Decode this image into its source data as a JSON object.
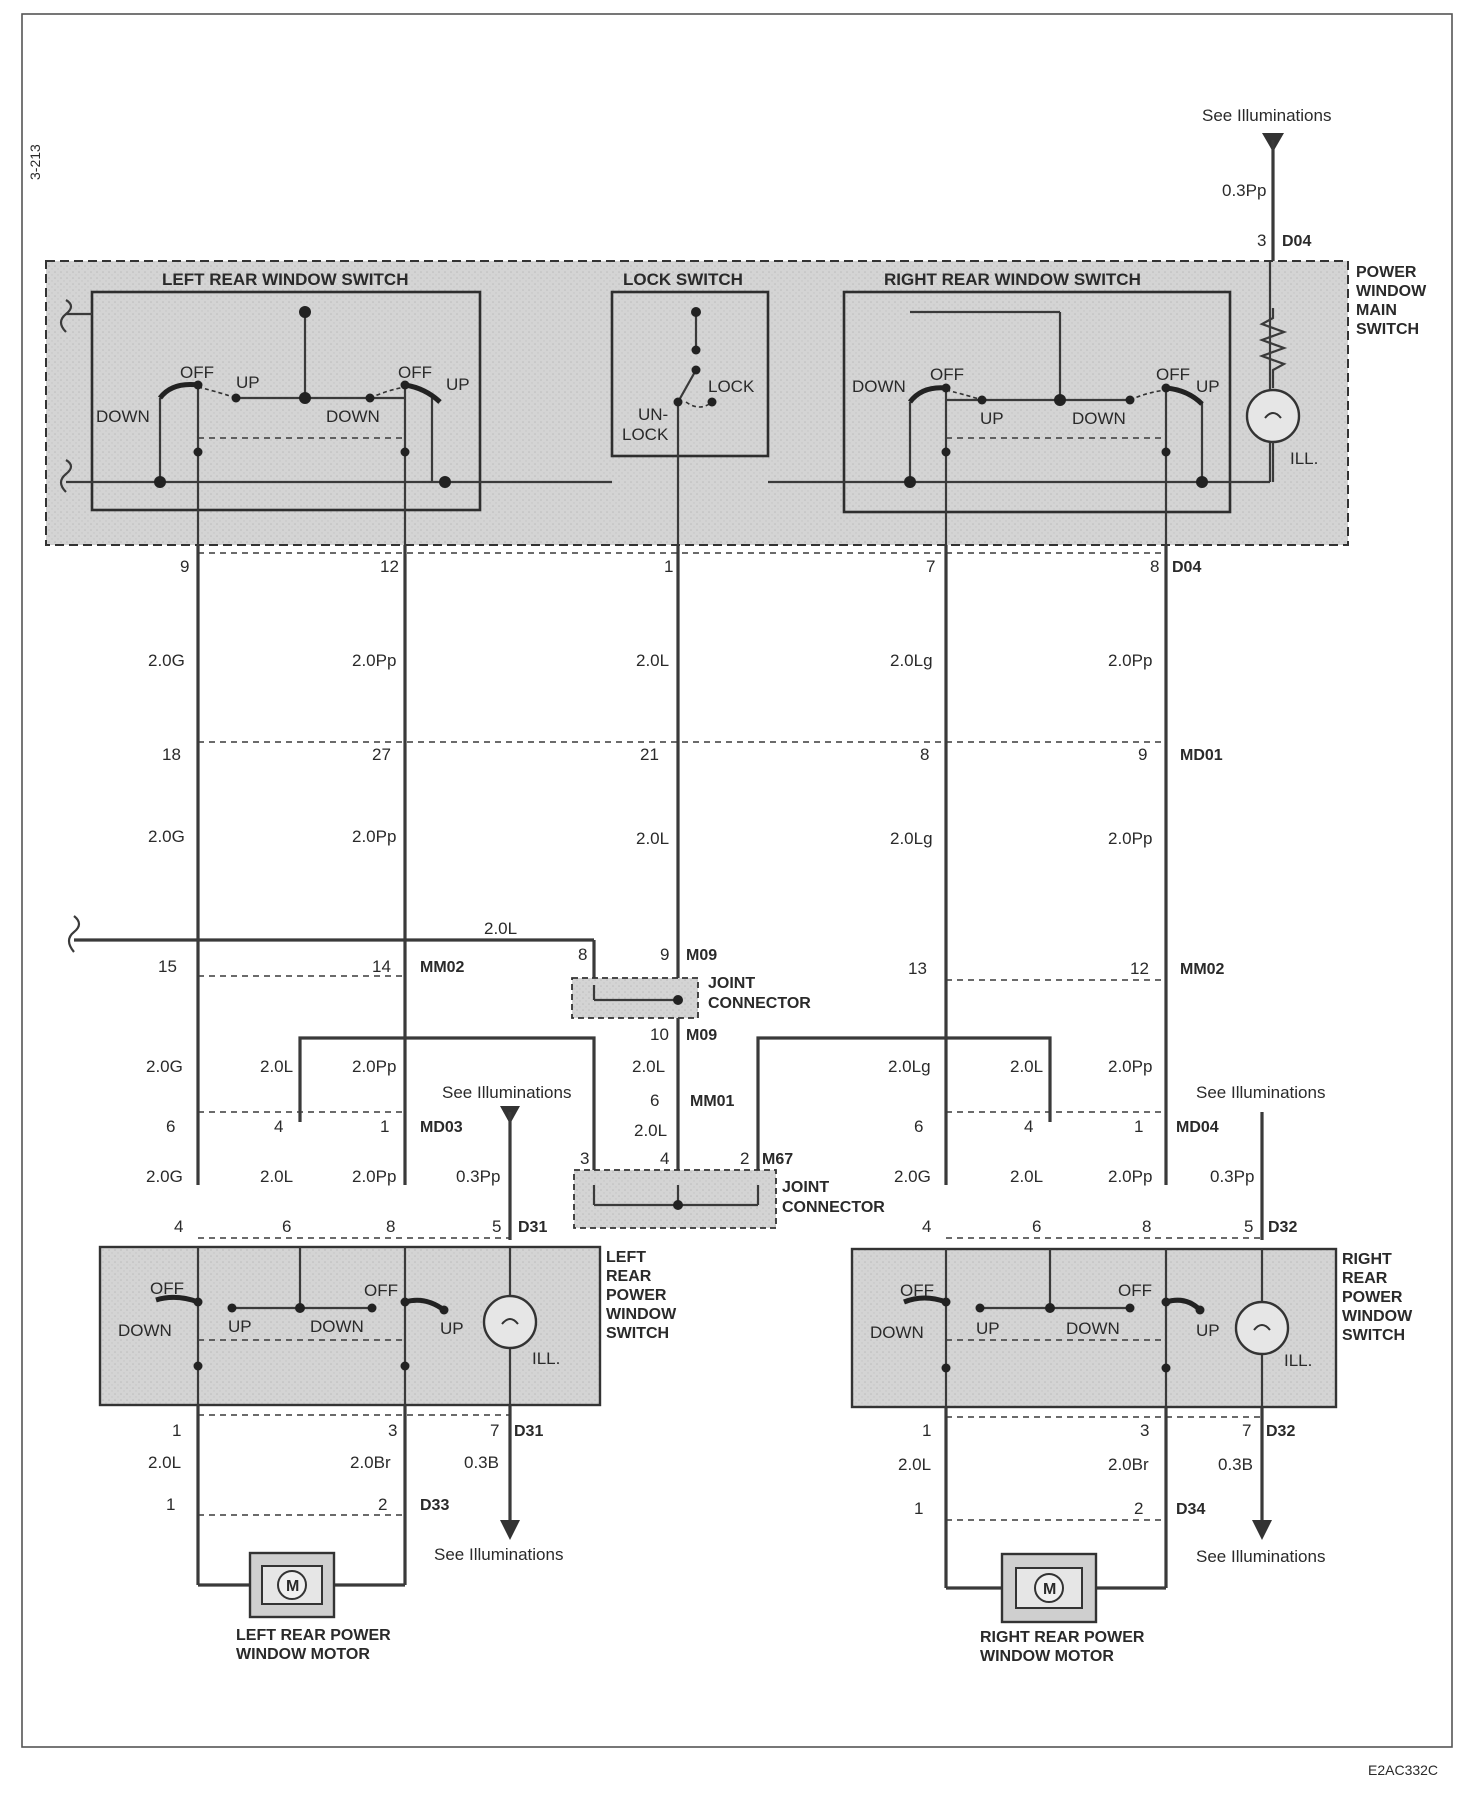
{
  "diagram_id": "E2AC332C",
  "side_mark": "3-213",
  "top": {
    "see": "See Illuminations",
    "wire": "0.3Pp",
    "pin": "3",
    "conn": "D04"
  },
  "main_switch": {
    "title_lines": [
      "POWER",
      "WINDOW",
      "MAIN",
      "SWITCH"
    ],
    "left": {
      "title": "LEFT REAR WINDOW SWITCH",
      "off1": "OFF",
      "up1": "UP",
      "down1": "DOWN",
      "down2": "DOWN",
      "off2": "OFF",
      "up2": "UP"
    },
    "lock": {
      "title": "LOCK SWITCH",
      "lock": "LOCK",
      "un": "UN-",
      "unlock": "LOCK"
    },
    "right": {
      "title": "RIGHT REAR WINDOW SWITCH",
      "down1": "DOWN",
      "off1": "OFF",
      "up1": "UP",
      "down2": "DOWN",
      "off2": "OFF",
      "up2": "UP"
    },
    "ill": "ILL."
  },
  "d04": {
    "pins": [
      "9",
      "12",
      "1",
      "7",
      "8"
    ],
    "conn": "D04"
  },
  "wires_a": [
    "2.0G",
    "2.0Pp",
    "2.0L",
    "2.0Lg",
    "2.0Pp"
  ],
  "md01": {
    "pins": [
      "18",
      "27",
      "21",
      "8",
      "9"
    ],
    "conn": "MD01"
  },
  "wires_b": [
    "2.0G",
    "2.0Pp",
    "2.0L",
    "2.0Lg",
    "2.0Pp"
  ],
  "mm02": {
    "left": [
      "15",
      "14"
    ],
    "right": [
      "13",
      "12"
    ],
    "conn": "MM02",
    "lwire": "2.0L"
  },
  "m09": {
    "pin_a": "8",
    "pin_b": "9",
    "pin_c": "10",
    "conn": "M09",
    "label_lines": [
      "JOINT",
      "CONNECTOR"
    ]
  },
  "wires_c": {
    "g": "2.0G",
    "l": "2.0L",
    "pp": "2.0Pp",
    "mid": "2.0L",
    "lg": "2.0Lg",
    "rl": "2.0L",
    "rpp": "2.0Pp"
  },
  "mm01": {
    "pin": "6",
    "conn": "MM01",
    "wire": "2.0L"
  },
  "md03": {
    "pins": [
      "6",
      "4",
      "1"
    ],
    "conn": "MD03",
    "see": "See Illuminations"
  },
  "md04": {
    "pins": [
      "6",
      "4",
      "1"
    ],
    "conn": "MD04",
    "see": "See Illuminations"
  },
  "m67": {
    "pins": [
      "3",
      "4",
      "2"
    ],
    "conn": "M67",
    "label_lines": [
      "JOINT",
      "CONNECTOR"
    ]
  },
  "wires_d": {
    "lg": "2.0G",
    "ll": "2.0L",
    "lpp": "2.0Pp",
    "lpp3": "0.3Pp",
    "rg": "2.0G",
    "rl": "2.0L",
    "rpp": "2.0Pp",
    "rpp3": "0.3Pp"
  },
  "d31": {
    "pins_top": [
      "4",
      "6",
      "8",
      "5"
    ],
    "conn": "D31",
    "pins_bot": [
      "1",
      "3",
      "7"
    ]
  },
  "d32": {
    "pins_top": [
      "4",
      "6",
      "8",
      "5"
    ],
    "conn": "D32",
    "pins_bot": [
      "1",
      "3",
      "7"
    ]
  },
  "left_sw": {
    "title_lines": [
      "LEFT",
      "REAR",
      "POWER",
      "WINDOW",
      "SWITCH"
    ],
    "off1": "OFF",
    "down1": "DOWN",
    "up1": "UP",
    "down2": "DOWN",
    "off2": "OFF",
    "up2": "UP",
    "ill": "ILL."
  },
  "right_sw": {
    "title_lines": [
      "RIGHT",
      "REAR",
      "POWER",
      "WINDOW",
      "SWITCH"
    ],
    "off1": "OFF",
    "down1": "DOWN",
    "up1": "UP",
    "down2": "DOWN",
    "off2": "OFF",
    "up2": "UP",
    "ill": "ILL."
  },
  "wires_e": {
    "l1": "2.0L",
    "l2": "2.0Br",
    "l3": "0.3B",
    "r1": "2.0L",
    "r2": "2.0Br",
    "r3": "0.3B"
  },
  "d33": {
    "pins": [
      "1",
      "2"
    ],
    "conn": "D33",
    "see": "See Illuminations"
  },
  "d34": {
    "pins": [
      "1",
      "2"
    ],
    "conn": "D34",
    "see": "See Illuminations"
  },
  "motor_left": {
    "m": "M",
    "lines": [
      "LEFT REAR POWER",
      "WINDOW MOTOR"
    ]
  },
  "motor_right": {
    "m": "M",
    "lines": [
      "RIGHT REAR POWER",
      "WINDOW MOTOR"
    ]
  }
}
